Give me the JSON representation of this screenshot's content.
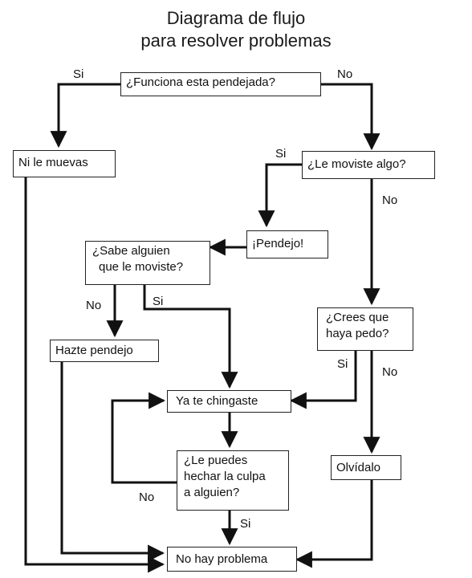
{
  "title": [
    "Diagrama de flujo",
    "para resolver problemas"
  ],
  "nodes": {
    "funciona": "¿Funciona esta pendejada?",
    "ni_le_muevas": "Ni le muevas",
    "le_moviste": "¿Le moviste algo?",
    "pendejo": "¡Pendejo!",
    "sabe_alguien": [
      "¿Sabe alguien",
      "que le moviste?"
    ],
    "crees_que": [
      "¿Crees que",
      "haya pedo?"
    ],
    "hazte_pendejo": "Hazte pendejo",
    "ya_te_chingaste": "Ya te chingaste",
    "olvidalo": "Olvídalo",
    "le_puedes": [
      "¿Le puedes",
      "hechar la culpa",
      "a alguien?"
    ],
    "no_hay_problema": "No hay problema"
  },
  "edge_labels": {
    "si": "Si",
    "no": "No"
  }
}
